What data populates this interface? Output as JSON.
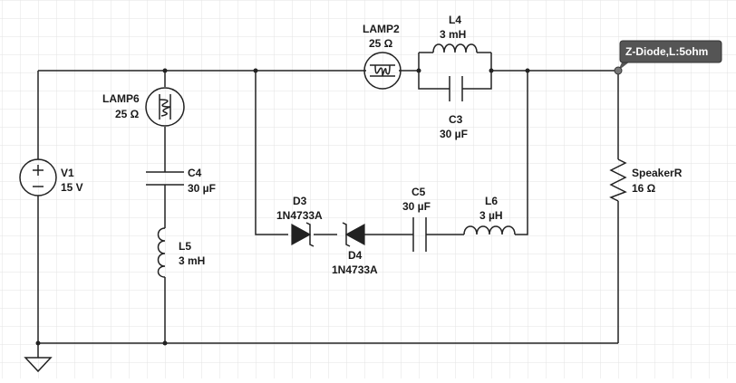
{
  "components": {
    "v1": {
      "name": "V1",
      "value": "15 V"
    },
    "lamp6": {
      "name": "LAMP6",
      "value": "25 Ω"
    },
    "c4": {
      "name": "C4",
      "value": "30 µF"
    },
    "l5": {
      "name": "L5",
      "value": "3 mH"
    },
    "lamp2": {
      "name": "LAMP2",
      "value": "25 Ω"
    },
    "l4": {
      "name": "L4",
      "value": "3 mH"
    },
    "c3": {
      "name": "C3",
      "value": "30 µF"
    },
    "d3": {
      "name": "D3",
      "value": "1N4733A"
    },
    "d4": {
      "name": "D4",
      "value": "1N4733A"
    },
    "c5": {
      "name": "C5",
      "value": "30 µF"
    },
    "l6": {
      "name": "L6",
      "value": "3 µH"
    },
    "speaker": {
      "name": "SpeakerR",
      "value": "16 Ω"
    }
  },
  "probe": {
    "label": "Z-Diode,L:5ohm"
  },
  "colors": {
    "grid": "#e6e6e6",
    "wire": "#222222",
    "probe_bg": "#555555"
  }
}
